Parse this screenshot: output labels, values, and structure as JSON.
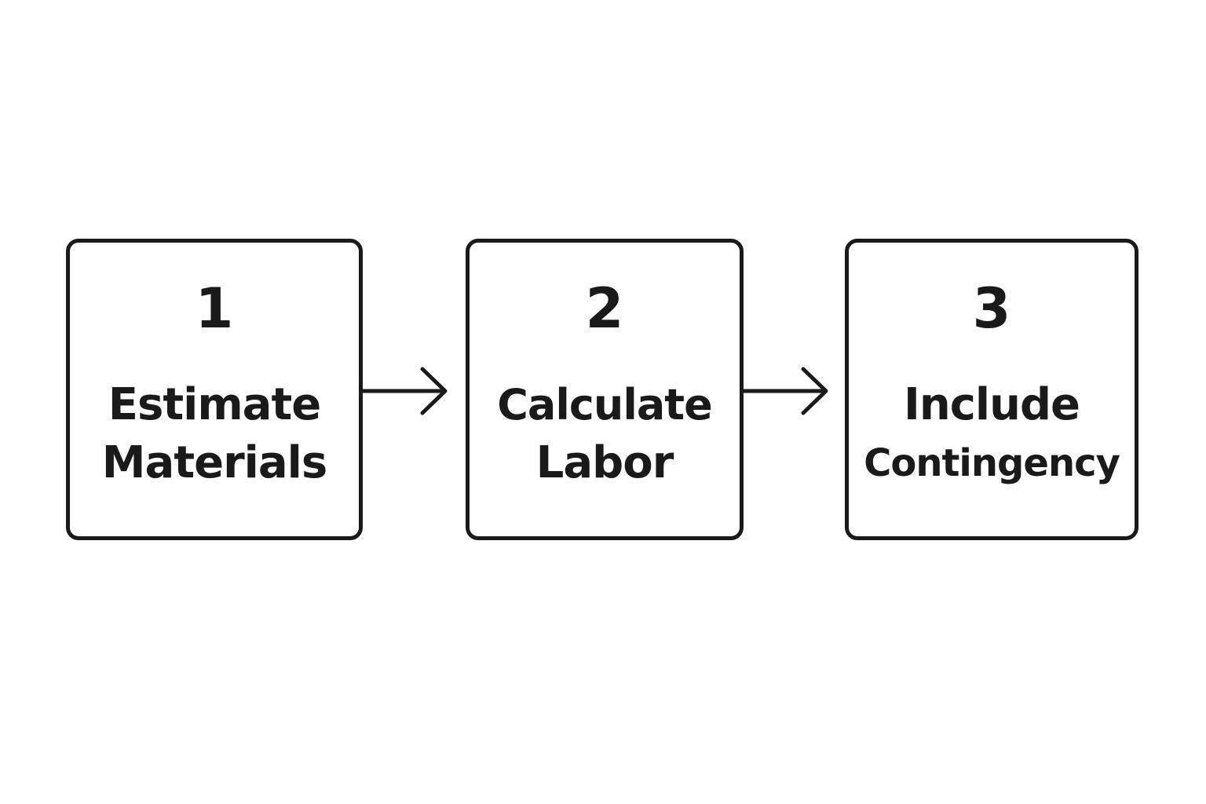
{
  "steps": [
    {
      "number": "1",
      "label_line1": "Estimate",
      "label_line2": "Materials"
    },
    {
      "number": "2",
      "label_line1": "Calculate",
      "label_line2": "Labor"
    },
    {
      "number": "3",
      "label_line1": "Include",
      "label_line2": "Contingency"
    }
  ],
  "colors": {
    "stroke": "#1a1a1a",
    "background": "#ffffff"
  },
  "icons": {
    "connector": "arrow-right-icon"
  }
}
